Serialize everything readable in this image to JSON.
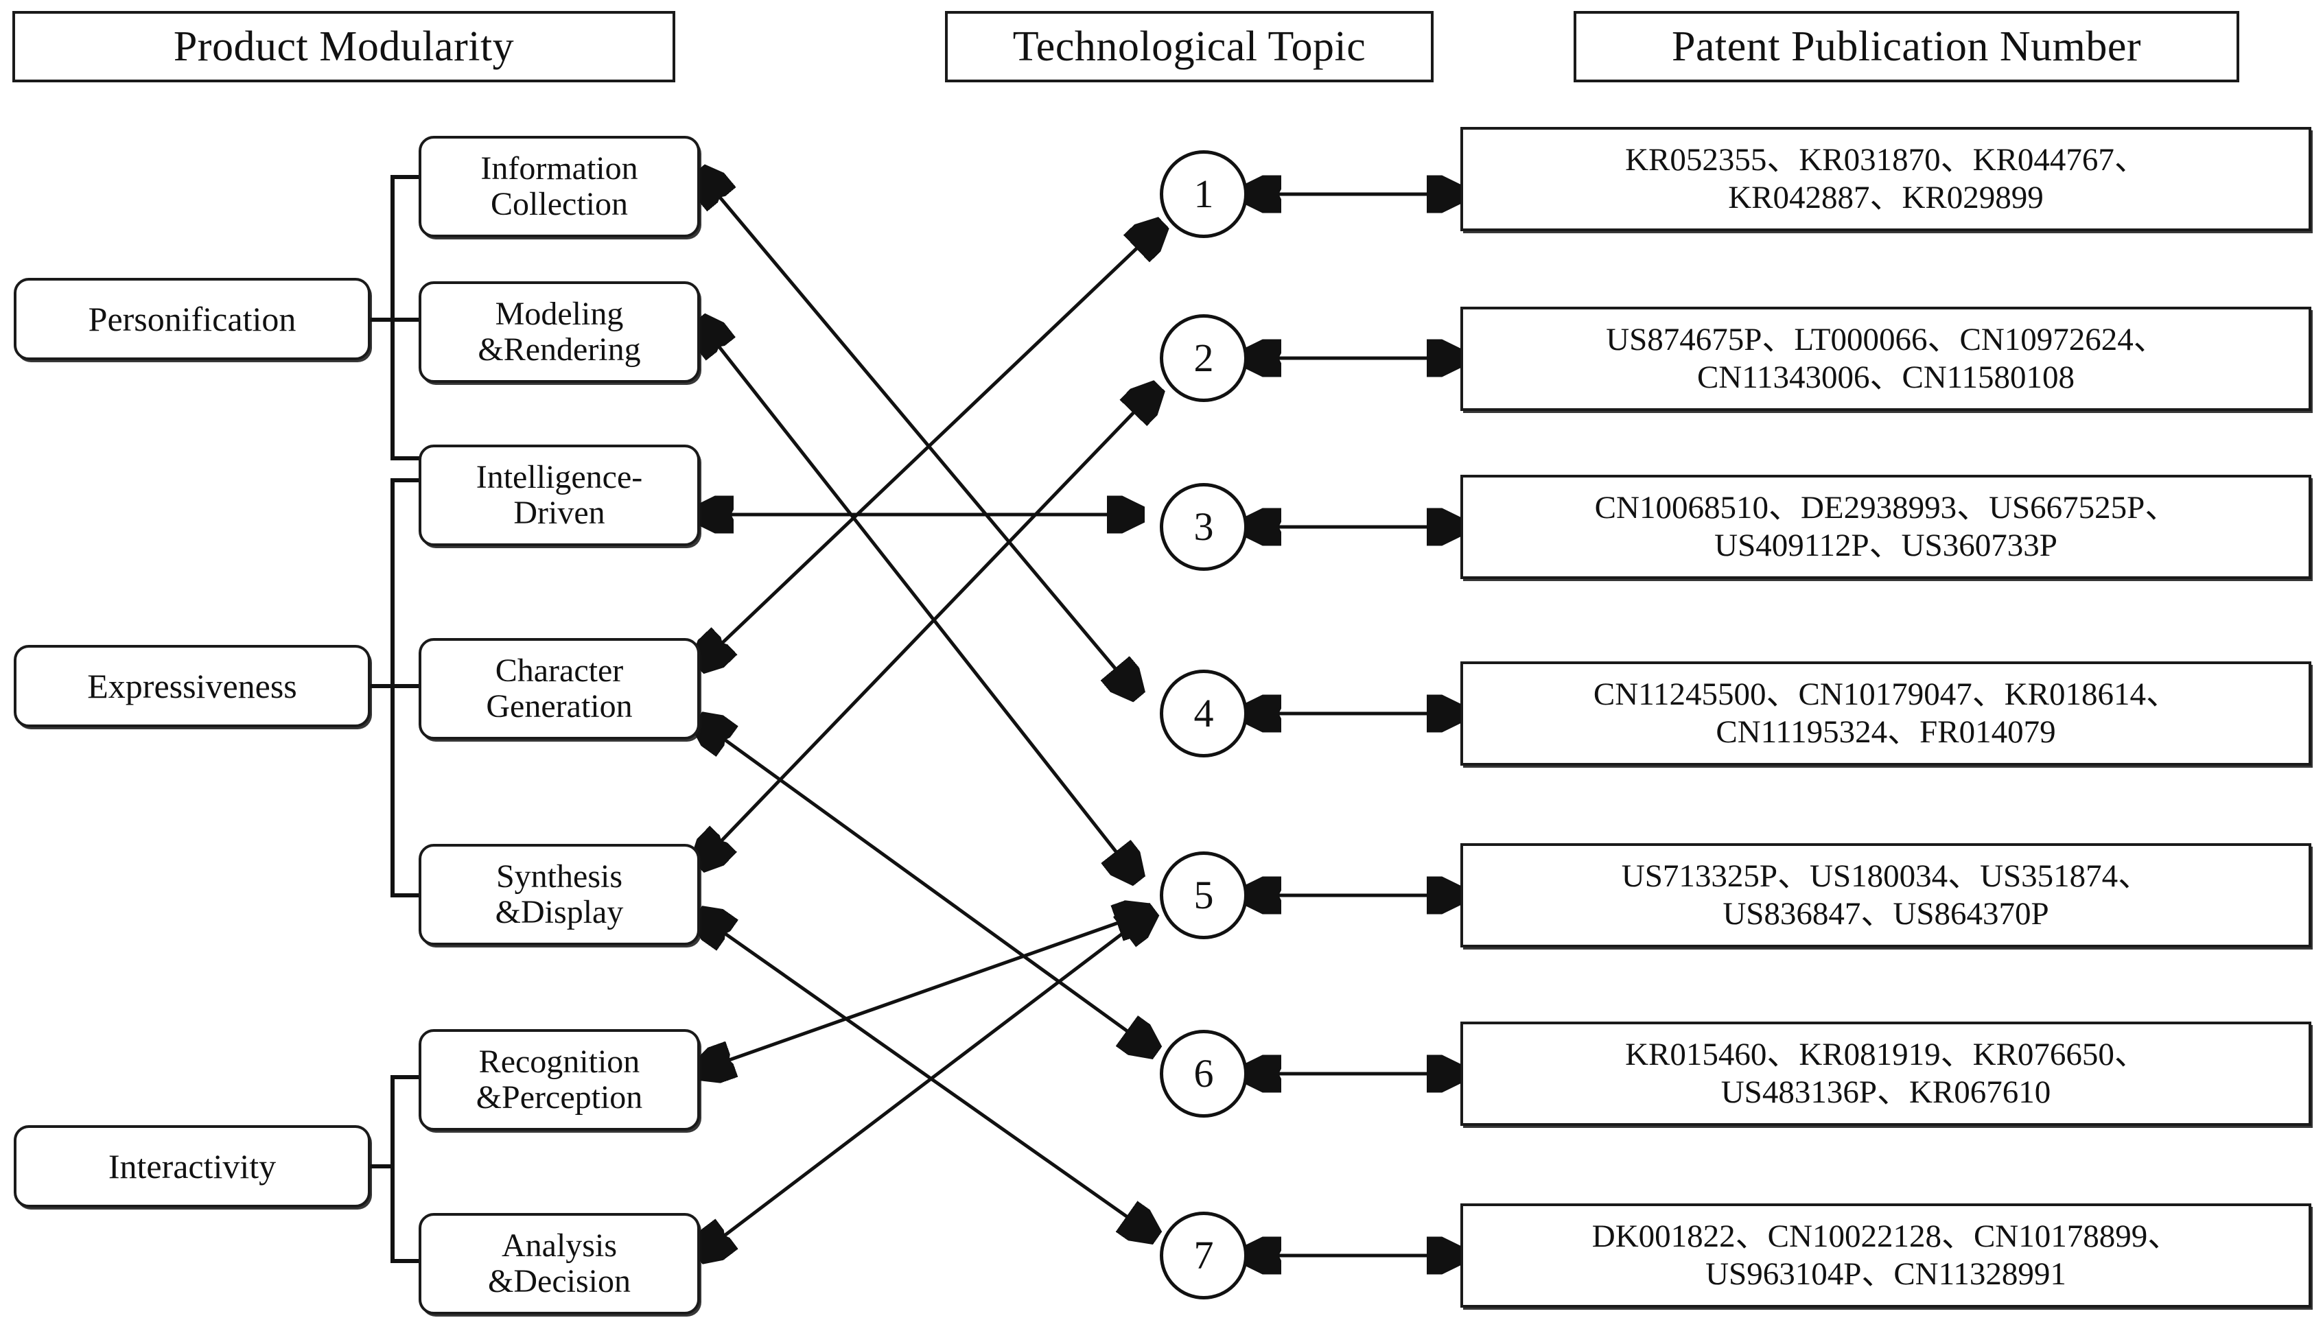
{
  "headers": [
    {
      "id": "product-modularity",
      "label": "Product Modularity"
    },
    {
      "id": "technological-topic",
      "label": "Technological Topic"
    },
    {
      "id": "patent-publication-number",
      "label": "Patent Publication Number"
    }
  ],
  "categories": [
    {
      "id": "personification",
      "label": "Personification"
    },
    {
      "id": "expressiveness",
      "label": "Expressiveness"
    },
    {
      "id": "interactivity",
      "label": "Interactivity"
    }
  ],
  "modules": [
    {
      "id": "information-collection",
      "line1": "Information",
      "line2": "Collection"
    },
    {
      "id": "modeling-rendering",
      "line1": "Modeling",
      "line2": "&Rendering"
    },
    {
      "id": "intelligence-driven",
      "line1": "Intelligence-",
      "line2": "Driven"
    },
    {
      "id": "character-generation",
      "line1": "Character",
      "line2": "Generation"
    },
    {
      "id": "synthesis-display",
      "line1": "Synthesis",
      "line2": "&Display"
    },
    {
      "id": "recognition-perception",
      "line1": "Recognition",
      "line2": "&Perception"
    },
    {
      "id": "analysis-decision",
      "line1": "Analysis",
      "line2": "&Decision"
    }
  ],
  "topics": [
    {
      "id": "topic-1",
      "label": "1"
    },
    {
      "id": "topic-2",
      "label": "2"
    },
    {
      "id": "topic-3",
      "label": "3"
    },
    {
      "id": "topic-4",
      "label": "4"
    },
    {
      "id": "topic-5",
      "label": "5"
    },
    {
      "id": "topic-6",
      "label": "6"
    },
    {
      "id": "topic-7",
      "label": "7"
    }
  ],
  "patents": [
    {
      "id": "patents-topic-1",
      "line1": "KR052355、KR031870、KR044767、",
      "line2": "KR042887、KR029899",
      "numbers": [
        "KR052355",
        "KR031870",
        "KR044767",
        "KR042887",
        "KR029899"
      ]
    },
    {
      "id": "patents-topic-2",
      "line1": "US874675P、LT000066、CN10972624、",
      "line2": "CN11343006、CN11580108",
      "numbers": [
        "US874675P",
        "LT000066",
        "CN10972624",
        "CN11343006",
        "CN11580108"
      ]
    },
    {
      "id": "patents-topic-3",
      "line1": "CN10068510、DE2938993、US667525P、",
      "line2": "US409112P、US360733P",
      "numbers": [
        "CN10068510",
        "DE2938993",
        "US667525P",
        "US409112P",
        "US360733P"
      ]
    },
    {
      "id": "patents-topic-4",
      "line1": "CN11245500、CN10179047、KR018614、",
      "line2": "CN11195324、FR014079",
      "numbers": [
        "CN11245500",
        "CN10179047",
        "KR018614",
        "CN11195324",
        "FR014079"
      ]
    },
    {
      "id": "patents-topic-5",
      "line1": "US713325P、US180034、US351874、",
      "line2": "US836847、US864370P",
      "numbers": [
        "US713325P",
        "US180034",
        "US351874",
        "US836847",
        "US864370P"
      ]
    },
    {
      "id": "patents-topic-6",
      "line1": "KR015460、KR081919、KR076650、",
      "line2": "US483136P、KR067610",
      "numbers": [
        "KR015460",
        "KR081919",
        "KR076650",
        "US483136P",
        "KR067610"
      ]
    },
    {
      "id": "patents-topic-7",
      "line1": "DK001822、CN10022128、CN10178899、",
      "line2": "US963104P、CN11328991",
      "numbers": [
        "DK001822",
        "CN10022128",
        "CN10178899",
        "US963104P",
        "CN11328991"
      ]
    }
  ],
  "category_to_module": [
    {
      "category": "personification",
      "modules": [
        "information-collection",
        "modeling-rendering",
        "intelligence-driven"
      ]
    },
    {
      "category": "expressiveness",
      "modules": [
        "intelligence-driven",
        "character-generation",
        "synthesis-display"
      ]
    },
    {
      "category": "interactivity",
      "modules": [
        "recognition-perception",
        "analysis-decision"
      ]
    }
  ],
  "module_to_topic": [
    {
      "module": "information-collection",
      "topic": "topic-4"
    },
    {
      "module": "modeling-rendering",
      "topic": "topic-5"
    },
    {
      "module": "intelligence-driven",
      "topic": "topic-3"
    },
    {
      "module": "character-generation",
      "topic": "topic-1"
    },
    {
      "module": "character-generation",
      "topic": "topic-6"
    },
    {
      "module": "synthesis-display",
      "topic": "topic-2"
    },
    {
      "module": "synthesis-display",
      "topic": "topic-7"
    },
    {
      "module": "recognition-perception",
      "topic": "topic-5"
    },
    {
      "module": "analysis-decision",
      "topic": "topic-7"
    }
  ],
  "topic_to_patent": [
    {
      "topic": "topic-1",
      "patents": "patents-topic-1"
    },
    {
      "topic": "topic-2",
      "patents": "patents-topic-2"
    },
    {
      "topic": "topic-3",
      "patents": "patents-topic-3"
    },
    {
      "topic": "topic-4",
      "patents": "patents-topic-4"
    },
    {
      "topic": "topic-5",
      "patents": "patents-topic-5"
    },
    {
      "topic": "topic-6",
      "patents": "patents-topic-6"
    },
    {
      "topic": "topic-7",
      "patents": "patents-topic-7"
    }
  ],
  "colors": {
    "stroke": "#111111",
    "background": "#ffffff",
    "text": "#111111"
  },
  "separator": "、"
}
